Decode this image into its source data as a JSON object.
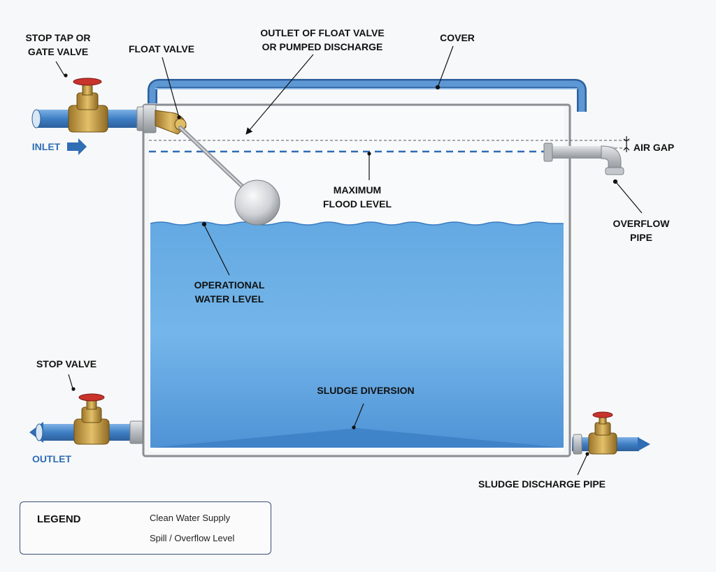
{
  "labels": {
    "stop_tap": [
      "STOP TAP OR",
      "GATE VALVE"
    ],
    "float_valve": [
      "FLOAT VALVE"
    ],
    "outlet_float": [
      "OUTLET OF FLOAT VALVE",
      "OR PUMPED DISCHARGE"
    ],
    "cover": [
      "COVER"
    ],
    "air_gap": [
      "AIR GAP"
    ],
    "overflow_pipe": [
      "OVERFLOW",
      "PIPE"
    ],
    "max_flood": [
      "MAXIMUM",
      "FLOOD LEVEL"
    ],
    "operational": [
      "OPERATIONAL",
      "WATER LEVEL"
    ],
    "stop_valve": [
      "STOP VALVE"
    ],
    "sludge_diversion": [
      "SLUDGE DIVERSION"
    ],
    "sludge_discharge": [
      "SLUDGE DISCHARGE PIPE"
    ],
    "inlet": "INLET",
    "outlet": "OUTLET"
  },
  "legend": {
    "title": "LEGEND",
    "items": [
      {
        "label": "Clean Water Supply",
        "style": "solid"
      },
      {
        "label": "Spill / Overflow Level",
        "style": "dashed"
      }
    ]
  },
  "colors": {
    "water": "#6fb0e6",
    "pipe_blue": "#3f7fc4",
    "brass": "#c9a24a",
    "handle_red": "#c8332c",
    "tank_wall": "#8a8d92",
    "label_blue": "#2f6db5"
  },
  "icons": {
    "inlet_arrow": "arrow-right-icon"
  }
}
